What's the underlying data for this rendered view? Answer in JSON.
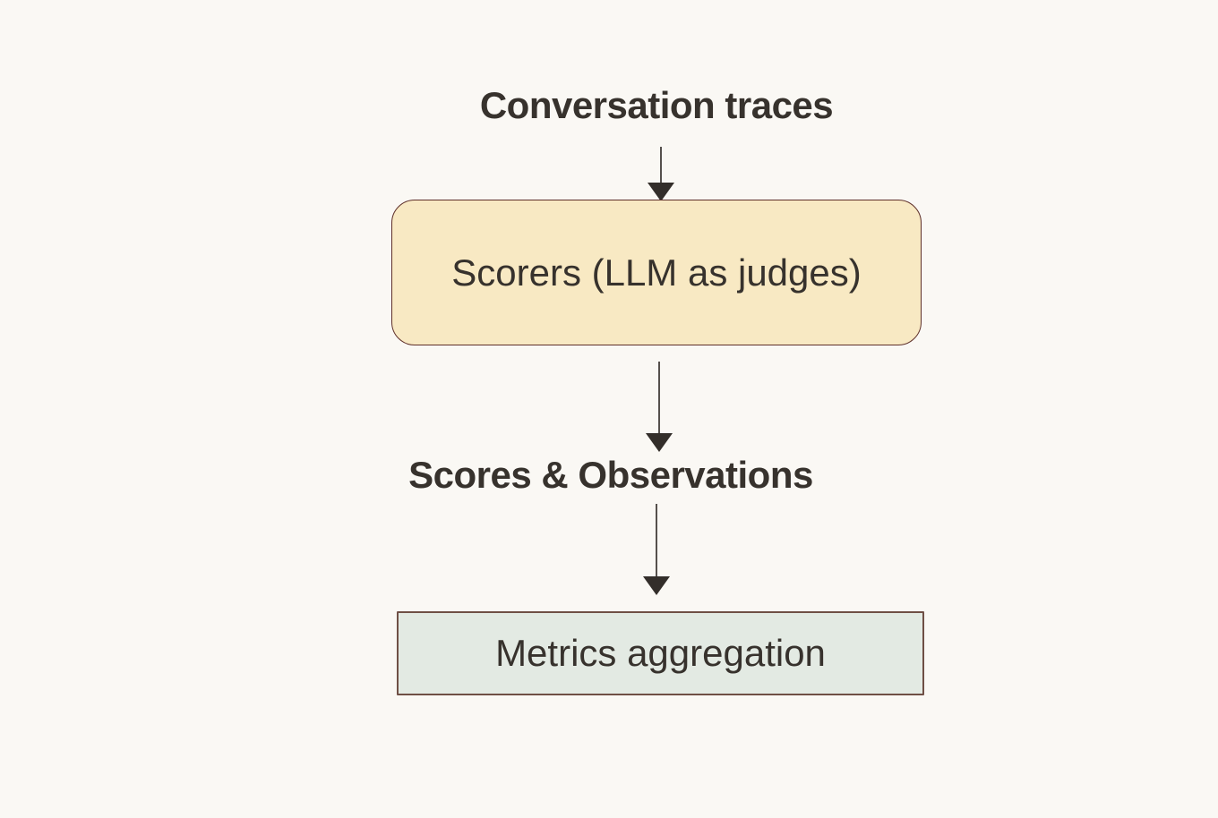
{
  "colors": {
    "background": "#faf8f4",
    "text": "#37322d",
    "arrow_line": "#55504c",
    "arrow_head": "#332e2a",
    "scorers_fill": "#f8e9c3",
    "scorers_border": "#5e2f29",
    "metrics_fill": "#e3eae3",
    "metrics_border": "#6f4f45"
  },
  "diagram": {
    "type": "flowchart",
    "flow_direction": "top-to-bottom",
    "nodes": {
      "conversation_traces": {
        "label": "Conversation traces",
        "kind": "text-label"
      },
      "scorers": {
        "label": "Scorers (LLM as judges)",
        "kind": "rounded-box"
      },
      "scores_observations": {
        "label": "Scores & Observations",
        "kind": "text-label"
      },
      "metrics_aggregation": {
        "label": "Metrics aggregation",
        "kind": "rect-box"
      }
    },
    "edges": [
      {
        "from": "conversation_traces",
        "to": "scorers"
      },
      {
        "from": "scorers",
        "to": "scores_observations"
      },
      {
        "from": "scores_observations",
        "to": "metrics_aggregation"
      }
    ]
  }
}
